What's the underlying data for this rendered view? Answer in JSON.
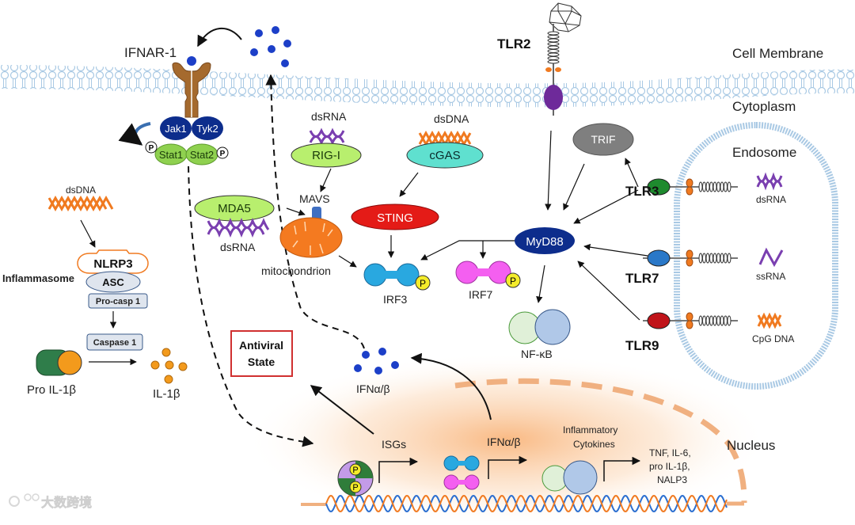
{
  "regions": {
    "cell_membrane": "Cell Membrane",
    "cytoplasm": "Cytoplasm",
    "endosome": "Endosome",
    "nucleus": "Nucleus"
  },
  "receptors": {
    "ifnar": "IFNAR-1",
    "jak1": "Jak1",
    "tyk2": "Tyk2",
    "stat1": "Stat1",
    "stat2": "Stat2",
    "tlr2": "TLR2",
    "tlr3": "TLR3",
    "tlr7": "TLR7",
    "tlr9": "TLR9"
  },
  "ligands": {
    "tlr3_ligand": "dsRNA",
    "tlr7_ligand": "ssRNA",
    "tlr9_ligand": "CpG DNA",
    "rigi_ligand": "dsRNA",
    "cgas_ligand": "dsDNA",
    "mda5_ligand": "dsRNA",
    "nlrp3_ligand": "dsDNA"
  },
  "proteins": {
    "rigi": "RIG-I",
    "cgas": "cGAS",
    "mda5": "MDA5",
    "mavs": "MAVS",
    "mitochondrion": "mitochondrion",
    "sting": "STING",
    "trif": "TRIF",
    "myd88": "MyD88",
    "irf3": "IRF3",
    "irf7": "IRF7",
    "nfkb": "NF-κB",
    "phospho": "P"
  },
  "inflammasome": {
    "title": "Inflammasome",
    "nlrp3": "NLRP3",
    "asc": "ASC",
    "procasp": "Pro-casp 1",
    "caspase": "Caspase 1",
    "pro_il1b": "Pro IL-1β",
    "il1b": "IL-1β"
  },
  "outputs": {
    "antiviral_line1": "Antiviral",
    "antiviral_line2": "State",
    "ifn_cyto": "IFNα/β",
    "isgs": "ISGs",
    "ifn_nuc": "IFNα/β",
    "inflam_line1": "Inflammatory",
    "inflam_line2": "Cytokines",
    "cytokines_line1": "TNF, IL-6,",
    "cytokines_line2": "pro IL-1β,",
    "cytokines_line3": "NALP3"
  },
  "watermark": "大数跨境",
  "colors": {
    "membrane": "#a9c9e4",
    "ifnar": "#a56a2e",
    "jak": "#0d2d8c",
    "stat": "#8fd14f",
    "rigi": "#b8ef6e",
    "cgas": "#5fe0cf",
    "sting": "#e41b17",
    "trif": "#7f7f7f",
    "myd88": "#0d2d8c",
    "irf3": "#29a8e0",
    "irf7": "#f45ff0",
    "phospho": "#f4ec2a",
    "mito": "#f47a20",
    "mavs": "#3f6fc2",
    "dsRNA": "#7a3fb0",
    "dsDNA": "#f07a20",
    "ifn_dot": "#1c3fc8",
    "tlr3": "#1e8a2e",
    "tlr7": "#2a78c8",
    "tlr9": "#c0141a",
    "tlr2": "#6e2a9a",
    "nucleus": "#f2b080",
    "il1b": "#f39a1c"
  }
}
